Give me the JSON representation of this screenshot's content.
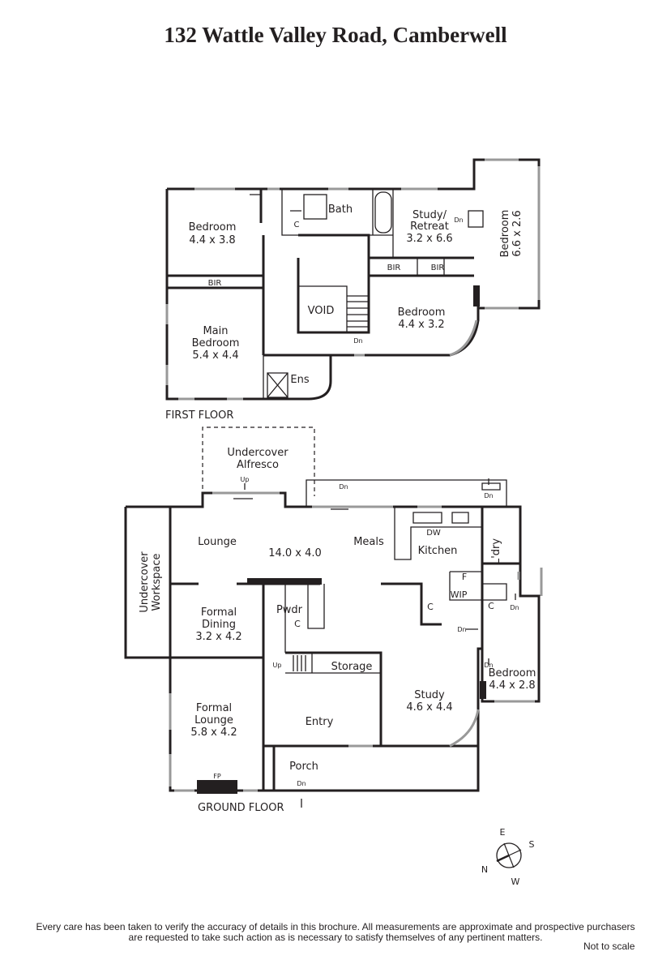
{
  "title": "132 Wattle Valley Road, Camberwell",
  "first_floor": {
    "label": "FIRST FLOOR",
    "rooms": [
      {
        "name": "Bedroom",
        "size": "4.4 x 3.8"
      },
      {
        "name": "Main",
        "name2": "Bedroom",
        "size": "5.4 x 4.4"
      },
      {
        "name": "Bath"
      },
      {
        "name": "Study/",
        "name2": "Retreat",
        "size": "3.2 x 6.6"
      },
      {
        "name": "Bedroom",
        "size": "6.6 x 2.6"
      },
      {
        "name": "Bedroom",
        "size": "4.4 x 3.2"
      },
      {
        "name": "VOID"
      },
      {
        "name": "Ens"
      }
    ],
    "bir": "BIR",
    "c": "C",
    "dn": "Dn"
  },
  "ground_floor": {
    "label": "GROUND FLOOR",
    "rooms": {
      "alfresco": [
        "Undercover",
        "Alfresco"
      ],
      "workspace": [
        "Undercover",
        "Workspace"
      ],
      "lounge": "Lounge",
      "living_size": "14.0 x 4.0",
      "meals": "Meals",
      "kitchen": "Kitchen",
      "dw": "DW",
      "laundry": "L'dry",
      "formal_dining": [
        "Formal",
        "Dining",
        "3.2 x 4.2"
      ],
      "pwdr": "Pwdr",
      "wip": "WIP",
      "f": "F",
      "c": "C",
      "storage": "Storage",
      "study": [
        "Study",
        "4.6 x 4.4"
      ],
      "bedroom": [
        "Bedroom",
        "4.4 x 2.8"
      ],
      "formal_lounge": [
        "Formal",
        "Lounge",
        "5.8 x 4.2"
      ],
      "entry": "Entry",
      "porch": "Porch",
      "fp": "FP",
      "up": "Up",
      "dn": "Dn"
    }
  },
  "compass": {
    "n": "N",
    "e": "E",
    "s": "S",
    "w": "W"
  },
  "disclaimer_line1": "Every care has been taken to verify the accuracy of details in this brochure.  All measurements are approximate and prospective purchasers",
  "disclaimer_line2": "are requested to take such action as is necessary to satisfy themselves of any pertinent matters.",
  "not_to_scale": "Not to scale"
}
